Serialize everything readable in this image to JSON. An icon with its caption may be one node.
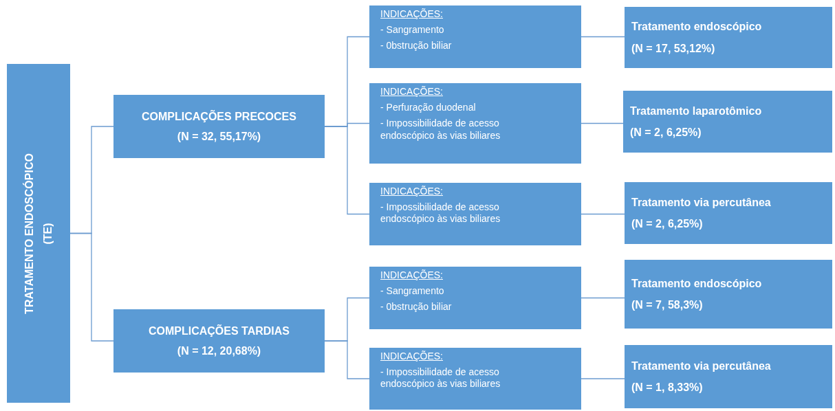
{
  "diagram": {
    "nodes": [
      {
        "text": [
          "TRATAMENTO ENDOSCÓPICO",
          "(TE)"
        ]
      },
      {
        "text": [
          "COMPLICAÇÕES PRECOCES",
          "(N = 32, 55,17%)"
        ]
      },
      {
        "text": [
          "COMPLICAÇÕES TARDIAS",
          "(N = 12, 20,68%)"
        ]
      },
      {
        "text": [
          "INDICAÇÕES:",
          "- Sangramento",
          "- 0bstrução biliar"
        ]
      },
      {
        "text": [
          "INDICAÇÕES:",
          "- Perfuração duodenal",
          "- Impossibilidade de acesso endoscópico às vias biliares"
        ]
      },
      {
        "text": [
          "INDICAÇÕES:",
          "- Impossibilidade de acesso endoscópico às vias biliares"
        ]
      },
      {
        "text": [
          "INDICAÇÕES:",
          "- Sangramento",
          "- 0bstrução biliar"
        ]
      },
      {
        "text": [
          "INDICAÇÕES:",
          "- Impossibilidade de acesso endoscópico às vias biliares"
        ]
      },
      {
        "text": [
          "Tratamento endoscópico",
          "(N = 17, 53,12%)"
        ]
      },
      {
        "text": [
          "Tratamento laparotômico",
          "(N = 2, 6,25%)"
        ]
      },
      {
        "text": [
          "Tratamento via percutânea",
          "(N = 2, 6,25%)"
        ]
      },
      {
        "text": [
          "Tratamento endoscópico",
          "(N = 7, 58,3%)"
        ]
      },
      {
        "text": [
          "Tratamento via percutânea",
          "(N = 1, 8,33%)"
        ]
      }
    ],
    "edges": [
      {
        "from": 0,
        "to": 1,
        "arrow": "none"
      },
      {
        "from": 0,
        "to": 2,
        "arrow": "none"
      },
      {
        "from": 1,
        "to": 3,
        "arrow": "none"
      },
      {
        "from": 1,
        "to": 4,
        "arrow": "none"
      },
      {
        "from": 1,
        "to": 5,
        "arrow": "none"
      },
      {
        "from": 2,
        "to": 6,
        "arrow": "none"
      },
      {
        "from": 2,
        "to": 7,
        "arrow": "none"
      },
      {
        "from": 3,
        "to": 8,
        "arrow": "none"
      },
      {
        "from": 4,
        "to": 9,
        "arrow": "none"
      },
      {
        "from": 5,
        "to": 10,
        "arrow": "none"
      },
      {
        "from": 6,
        "to": 11,
        "arrow": "none"
      },
      {
        "from": 7,
        "to": 12,
        "arrow": "none"
      }
    ]
  }
}
